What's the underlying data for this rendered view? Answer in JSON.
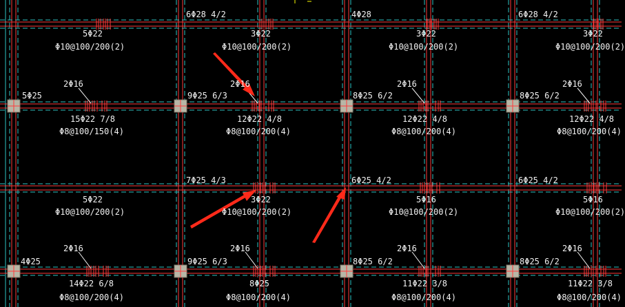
{
  "theme": {
    "background": "#000000",
    "grid_line": "#2ec4c4",
    "beam_line": "#ff3a3a",
    "column_fill": "#b8b6a6",
    "text": "#f2f2f2",
    "arrow": "#ff2a1a"
  },
  "labels": {
    "r1": {
      "top_b2": "6Φ28 4/2",
      "top_b3": "4Φ28",
      "top_b4": "6Φ28 4/2",
      "bot_b1": "5Φ22",
      "bot_b2": "3Φ22",
      "bot_b3": "3Φ22",
      "bot_b4": "3Φ22",
      "stir_b1": "Φ10@100/200(2)",
      "stir_b2": "Φ10@100/200(2)",
      "stir_b3": "Φ10@100/200(2)",
      "stir_b4": "Φ10@100/200(2)"
    },
    "r2": {
      "side_b1": "2Φ16",
      "side_b2": "2Φ16",
      "side_b3": "2Φ16",
      "side_b4": "2Φ16",
      "top_b1": "5Φ25",
      "top_b2": "9Φ25 6/3",
      "top_b3": "8Φ25 6/2",
      "top_b4": "8Φ25 6/2",
      "bot_b1": "15Φ22 7/8",
      "bot_b2": "12Φ22 4/8",
      "bot_b3": "12Φ22 4/8",
      "bot_b4": "12Φ22 4/8",
      "stir_b1": "Φ8@100/150(4)",
      "stir_b2": "Φ8@100/200(4)",
      "stir_b3": "Φ8@100/200(4)",
      "stir_b4": "Φ8@100/200(4)"
    },
    "r3": {
      "top_b2": "7Φ25 4/3",
      "top_b3": "6Φ25 4/2",
      "top_b4": "6Φ25 4/2",
      "bot_b1": "5Φ22",
      "bot_b2": "3Φ22",
      "bot_b3": "5Φ16",
      "bot_b4": "5Φ16",
      "stir_b1": "Φ10@100/200(2)",
      "stir_b2": "Φ10@100/200(2)",
      "stir_b3": "Φ10@100/200(2)",
      "stir_b4": "Φ10@100/200(2)"
    },
    "r4": {
      "side_b1": "2Φ16",
      "side_b2": "2Φ16",
      "side_b3": "2Φ16",
      "side_b4": "2Φ16",
      "top_b1": "4Φ25",
      "top_b2": "9Φ25 6/3",
      "top_b3": "8Φ25 6/2",
      "top_b4": "8Φ25 6/2",
      "bot_b1": "14Φ22 6/8",
      "bot_b2": "8Φ25",
      "bot_b3": "11Φ22 3/8",
      "bot_b4": "11Φ22 3/8",
      "stir_b1": "Φ8@100/200(4)",
      "stir_b2": "Φ8@100/200(4)",
      "stir_b3": "Φ8@100/200(4)",
      "stir_b4": "Φ8@100/200(4)"
    }
  }
}
